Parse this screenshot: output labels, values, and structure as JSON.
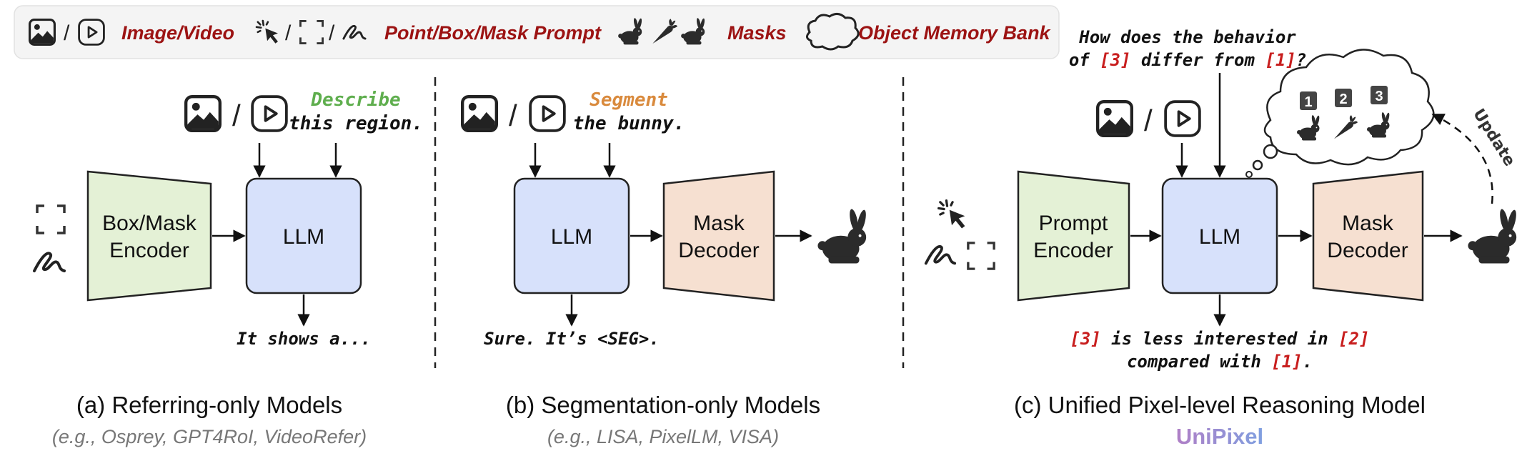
{
  "legend": {
    "image_video": "Image/Video",
    "prompts": "Point/Box/Mask Prompt",
    "masks": "Masks",
    "memory_bank": "Object Memory Bank",
    "separator": "/"
  },
  "panel_a": {
    "caption": "(a) Referring-only Models",
    "examples": "(e.g., Osprey, GPT4RoI, VideoRefer)",
    "instruction_verb": "Describe",
    "instruction_rest": "this region.",
    "encoder_line1": "Box/Mask",
    "encoder_line2": "Encoder",
    "llm": "LLM",
    "output": "It shows a..."
  },
  "panel_b": {
    "caption": "(b) Segmentation-only Models",
    "examples": "(e.g., LISA, PixelLM, VISA)",
    "instruction_verb": "Segment",
    "instruction_rest": "the bunny.",
    "llm": "LLM",
    "decoder_line1": "Mask",
    "decoder_line2": "Decoder",
    "output": "Sure. It’s <SEG>."
  },
  "panel_c": {
    "caption": "(c) Unified Pixel-level Reasoning Model",
    "brand": "UniPixel",
    "question_line1": "How does the behavior",
    "question_line2_a": "of ",
    "question_line2_b": "[3]",
    "question_line2_c": " differ from ",
    "question_line2_d": "[1]",
    "question_line2_e": "?",
    "encoder_line1": "Prompt",
    "encoder_line2": "Encoder",
    "llm": "LLM",
    "decoder_line1": "Mask",
    "decoder_line2": "Decoder",
    "update": "Update",
    "memory_ids": [
      "1",
      "2",
      "3"
    ],
    "answer_line1_a": "[3]",
    "answer_line1_b": " is less interested in ",
    "answer_line1_c": "[2]",
    "answer_line2_a": "compared with ",
    "answer_line2_b": "[1]",
    "answer_line2_c": "."
  },
  "colors": {
    "legend_text": "#9c1313",
    "encoder_fill": "#e4f1d6",
    "llm_fill": "#d7e1fb",
    "decoder_fill": "#f6e0d1",
    "describe": "#5fae4e",
    "segment": "#d98a3d",
    "reference": "#c81e1e",
    "examples": "#777777",
    "brand_start": "#b07fc6",
    "brand_end": "#7f9fe0"
  }
}
